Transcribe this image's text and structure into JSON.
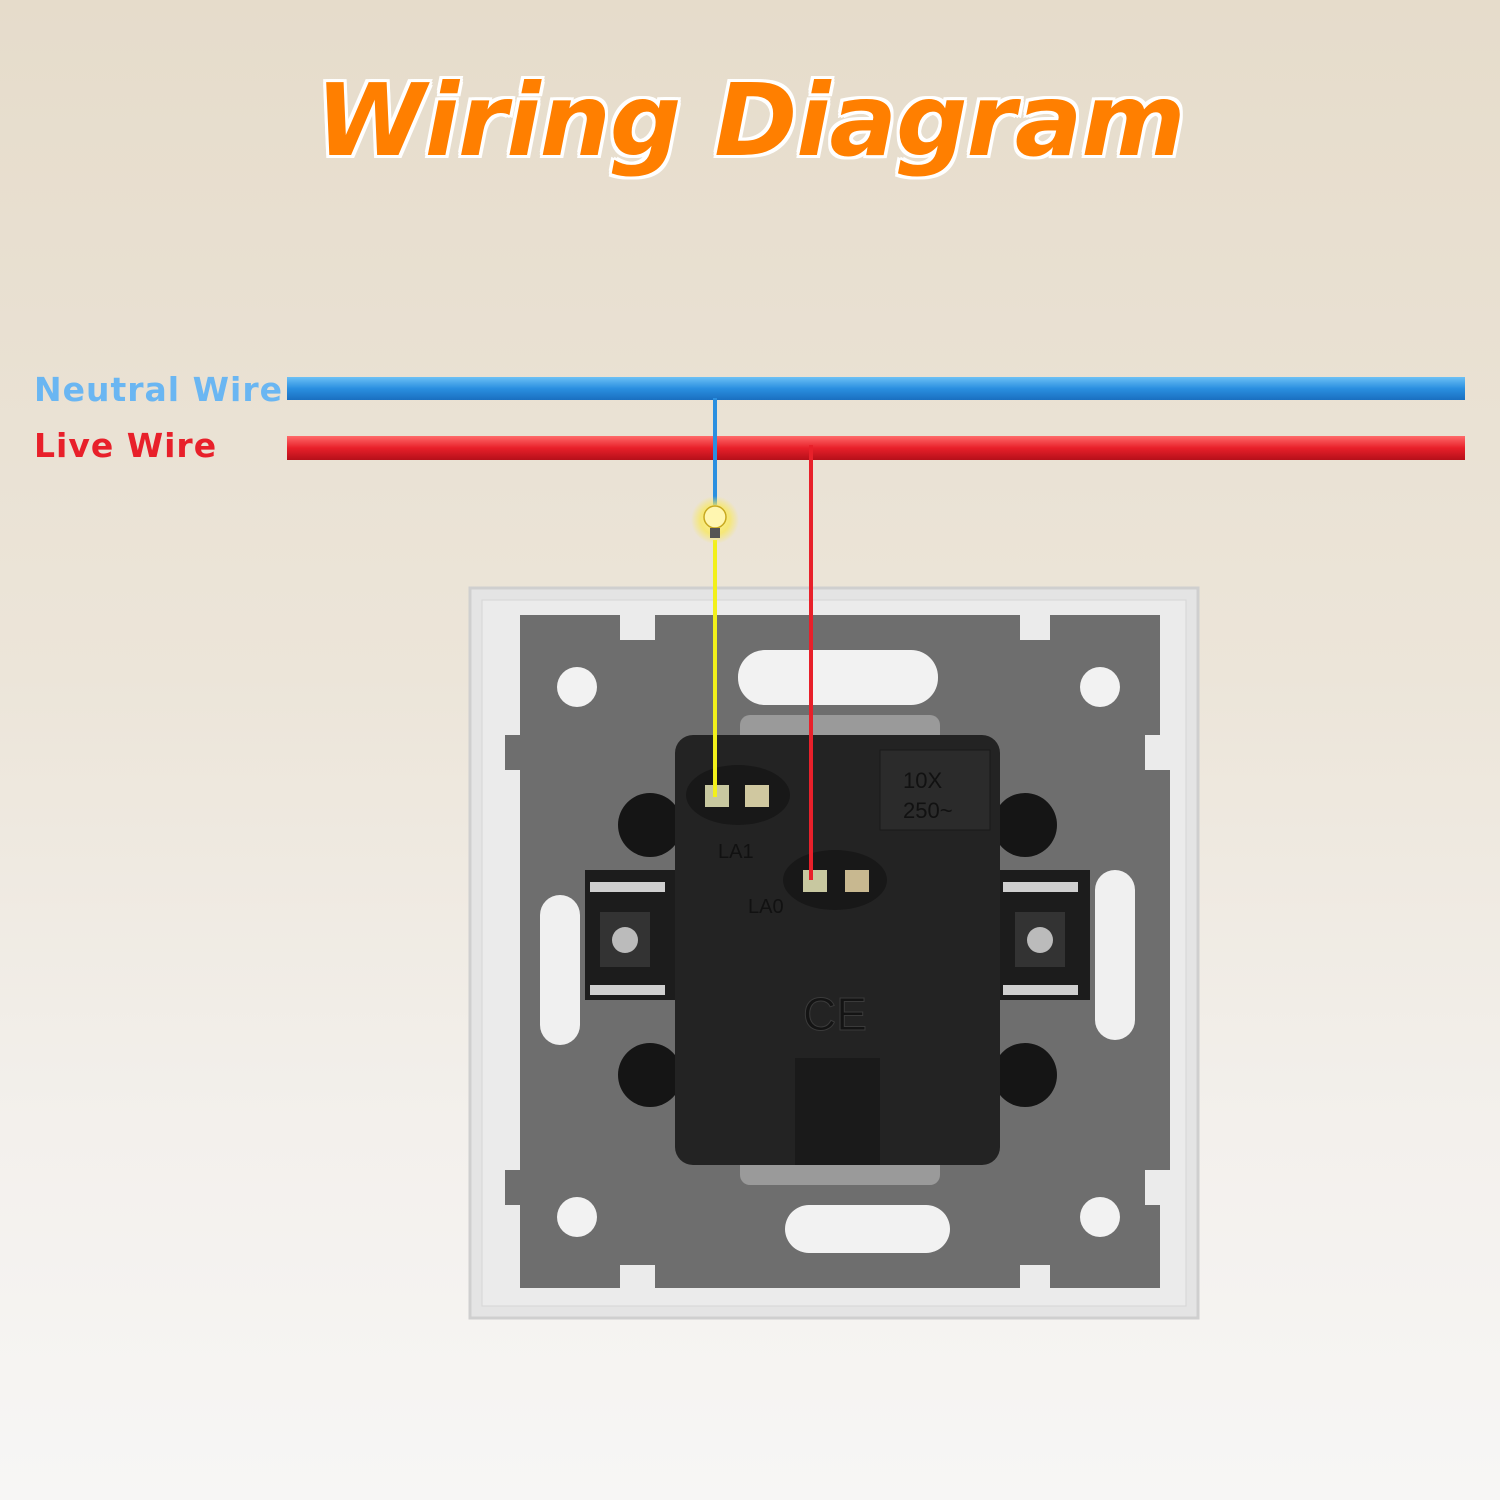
{
  "title": "Wiring Diagram",
  "labels": {
    "neutral": "Neutral Wire",
    "live": "Live Wire"
  },
  "colors": {
    "title": "#ff7f00",
    "neutral": "#2a8fe0",
    "live": "#e8202a",
    "load": "#f2f01a"
  },
  "switch": {
    "rating_top": "10X",
    "rating_bottom": "250~",
    "terminal_a1": "LA1",
    "terminal_a0": "LA0",
    "mark": "CE"
  }
}
